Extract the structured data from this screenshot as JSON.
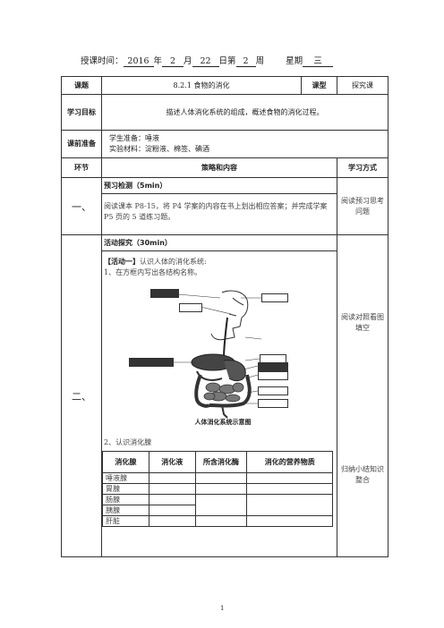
{
  "header": {
    "prefix": "授课时间：",
    "year": "2016",
    "year_unit": "年",
    "month": "2",
    "month_unit": "月",
    "day": "22",
    "day_unit": "日第",
    "week": "2",
    "week_unit": "周",
    "weekday_label": "星期",
    "weekday": "三"
  },
  "rows": {
    "topic_label": "课题",
    "topic": "8.2.1 食物的消化",
    "type_label": "课型",
    "type": "探究课",
    "goal_label": "学习目标",
    "goal": "描述人体消化系统的组成，概述食物的消化过程。",
    "prep_label": "课前准备",
    "prep_student": "学生准备：唾液",
    "prep_materials": "实验材料：淀粉液、棉签、碘酒",
    "col_stage": "环节",
    "col_strategy": "策略和内容",
    "col_method": "学习方式"
  },
  "section1": {
    "num": "一、",
    "title": "预习检测（5min）",
    "body": "阅读课本 P8-15，将 P4 学案的内容在书上划出相应答案；并完成学案 P5 页的 5 道练习题。",
    "method": "阅读预习思考问题"
  },
  "section2": {
    "num": "二、",
    "title": "活动探究（30min）",
    "activity_bracket": "【活动一】",
    "activity_title": "认识人体的消化系统:",
    "step1": "1、在方框内写出各结构名称。",
    "diagram_caption": "人体消化系统示意图",
    "step2": "2、认识消化腺",
    "method1": "阅读对照看图填空",
    "method2": "归纳小结知识整合",
    "table_headers": [
      "消化腺",
      "消化液",
      "所含消化酶",
      "消化的营养物质"
    ],
    "glands": [
      "唾液腺",
      "胃腺",
      "肠腺",
      "胰腺",
      "肝脏"
    ]
  },
  "footer": {
    "page_number": "1"
  }
}
